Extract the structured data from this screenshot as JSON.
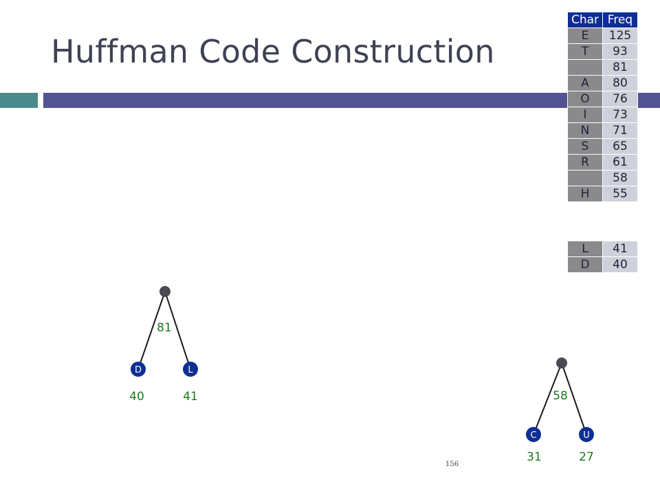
{
  "title": "Huffman Code Construction",
  "colors": {
    "accent_teal": "#4a8a8c",
    "accent_blue": "#525390",
    "header_blue": "#0e2e94",
    "leaf_blue": "#0e2e94",
    "node_gray": "#4a4a52",
    "weight_green": "#1a7a1a"
  },
  "table": {
    "headers": {
      "char": "Char",
      "freq": "Freq"
    },
    "rows": [
      {
        "char": "E",
        "freq": "125"
      },
      {
        "char": "T",
        "freq": "93"
      },
      {
        "char": "",
        "freq": "81"
      },
      {
        "char": "A",
        "freq": "80"
      },
      {
        "char": "O",
        "freq": "76"
      },
      {
        "char": "I",
        "freq": "73"
      },
      {
        "char": "N",
        "freq": "71"
      },
      {
        "char": "S",
        "freq": "65"
      },
      {
        "char": "R",
        "freq": "61"
      },
      {
        "char": "",
        "freq": "58"
      },
      {
        "char": "H",
        "freq": "55"
      }
    ]
  },
  "removed_table": {
    "rows": [
      {
        "char": "L",
        "freq": "41"
      },
      {
        "char": "D",
        "freq": "40"
      }
    ]
  },
  "trees": [
    {
      "weight": "81",
      "left": {
        "char": "D",
        "weight": "40"
      },
      "right": {
        "char": "L",
        "weight": "41"
      }
    },
    {
      "weight": "58",
      "left": {
        "char": "C",
        "weight": "31"
      },
      "right": {
        "char": "U",
        "weight": "27"
      }
    }
  ],
  "slide_number": "156"
}
